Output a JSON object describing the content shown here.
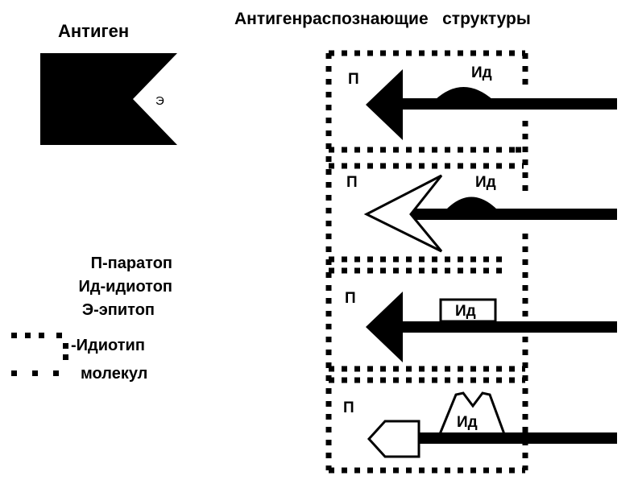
{
  "antigen": {
    "title": "Антиген",
    "epitope_mark": "Э"
  },
  "structures": {
    "title": "Антигенраспознающие   структуры",
    "paratope_mark": "П",
    "idiotope_mark": "Ид"
  },
  "legend": {
    "paratope": "П-паратоп",
    "idiotope": "Ид-идиотоп",
    "epitope": "Э-эпитоп",
    "idiotype_line1": "-Идиотип",
    "idiotype_line2": "молекул"
  },
  "colors": {
    "ink": "#000000",
    "background": "#ffffff"
  }
}
